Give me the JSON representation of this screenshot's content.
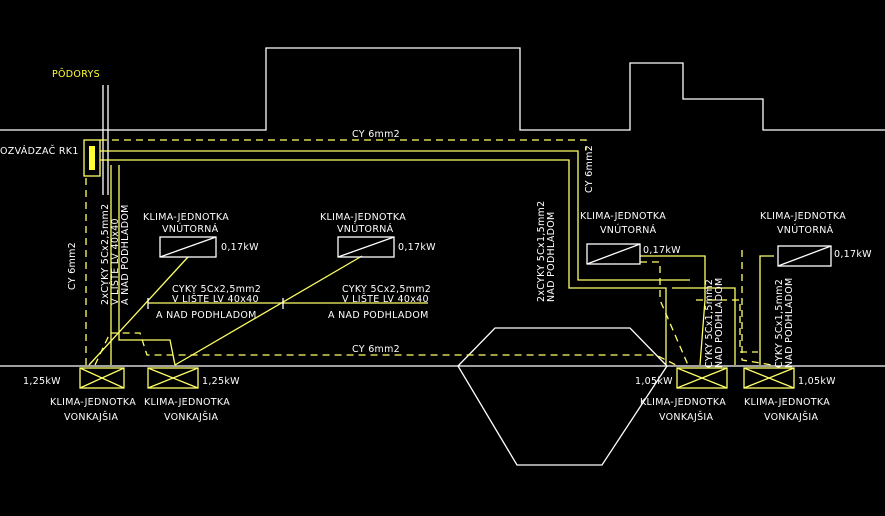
{
  "title": "PÔDORYS",
  "distribution_board": "OZVÁDZAČ RK1",
  "labels": {
    "cy_top": "CY 6mm2",
    "cy_bottom": "CY 6mm2",
    "cy_left": "CY 6mm2",
    "cy_right": "CY 6mm2"
  },
  "left_riser": [
    "2xCYKY 5Cx2,5mm2",
    "V LIŠTE LV 40x40",
    "A NAD PODHLADOM"
  ],
  "right_riser": [
    "2xCYKY 5Cx1,5mm2",
    "NAD PODHLADOM"
  ],
  "right_unit_cable_1": [
    "CYKY 5Cx1,5mm2",
    "NAD PODHLADOM"
  ],
  "right_unit_cable_2": [
    "CYKY 5Cx1,5mm2",
    "NAD PODHLADOM"
  ],
  "left_cable_1": [
    "CYKY 5Cx2,5mm2",
    "V LIŠTE LV 40x40",
    "A NAD PODHLADOM"
  ],
  "left_cable_2": [
    "CYKY 5Cx2,5mm2",
    "V LIŠTE LV 40x40",
    "A NAD PODHLADOM"
  ],
  "indoor_units": [
    {
      "name": "KLIMA-JEDNOTKA",
      "sub": "VNÚTORNÁ",
      "power": "0,17kW"
    },
    {
      "name": "KLIMA-JEDNOTKA",
      "sub": "VNÚTORNÁ",
      "power": "0,17kW"
    },
    {
      "name": "KLIMA-JEDNOTKA",
      "sub": "VNÚTORNÁ",
      "power": "0,17kW"
    },
    {
      "name": "KLIMA-JEDNOTKA",
      "sub": "VNÚTORNÁ",
      "power": "0,17kW"
    }
  ],
  "outdoor_units": [
    {
      "name": "KLIMA-JEDNOTKA",
      "sub": "VONKAJŠIA",
      "power": "1,25kW"
    },
    {
      "name": "KLIMA-JEDNOTKA",
      "sub": "VONKAJŠIA",
      "power": "1,25kW"
    },
    {
      "name": "KLIMA-JEDNOTKA",
      "sub": "VONKAJŠIA",
      "power": "1,05kW"
    },
    {
      "name": "KLIMA-JEDNOTKA",
      "sub": "VONKAJŠIA",
      "power": "1,05kW"
    }
  ],
  "colors": {
    "background": "#000000",
    "lines": "#ffffff",
    "cables": "#ffff66",
    "title": "#ffff33"
  }
}
